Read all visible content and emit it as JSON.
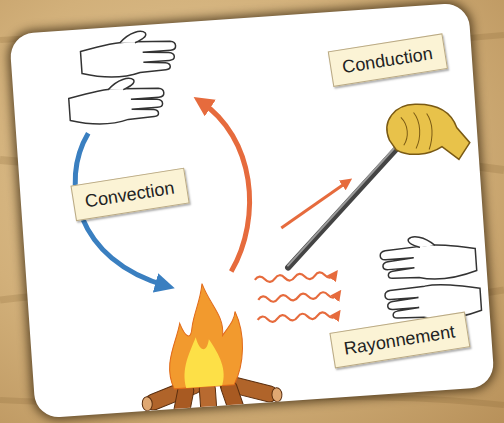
{
  "diagram": {
    "nodes": [
      {
        "text": [
          "Conduction"
        ]
      },
      {
        "text": [
          "Convection"
        ]
      },
      {
        "text": [
          "Rayonnement"
        ]
      }
    ]
  }
}
